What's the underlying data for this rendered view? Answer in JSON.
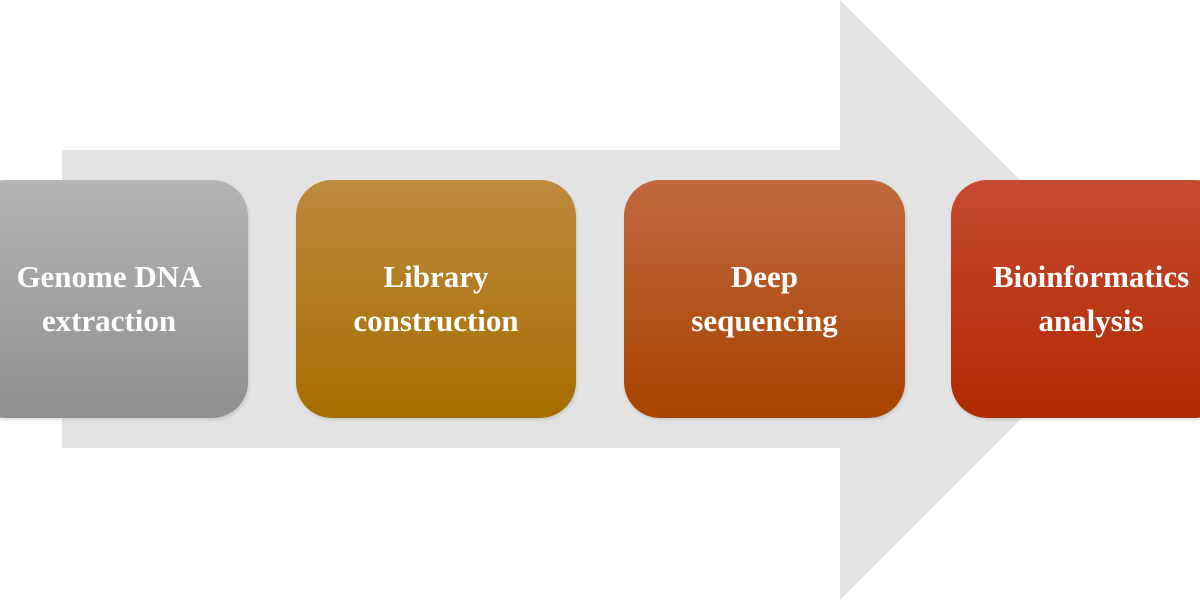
{
  "diagram": {
    "arrow_color": "#e3e3e3",
    "text_color": "#ffffff",
    "steps": [
      {
        "label": "Genome DNA\nextraction",
        "gradient_top": "#b4b4b4",
        "gradient_bottom": "#8f8f8f"
      },
      {
        "label": "Library\nconstruction",
        "gradient_top": "#bd8a3e",
        "gradient_bottom": "#a66d00"
      },
      {
        "label": "Deep\nsequencing",
        "gradient_top": "#c0683f",
        "gradient_bottom": "#a94300"
      },
      {
        "label": "Bioinformatics\nanalysis",
        "gradient_top": "#c54a33",
        "gradient_bottom": "#b02a00"
      }
    ]
  }
}
